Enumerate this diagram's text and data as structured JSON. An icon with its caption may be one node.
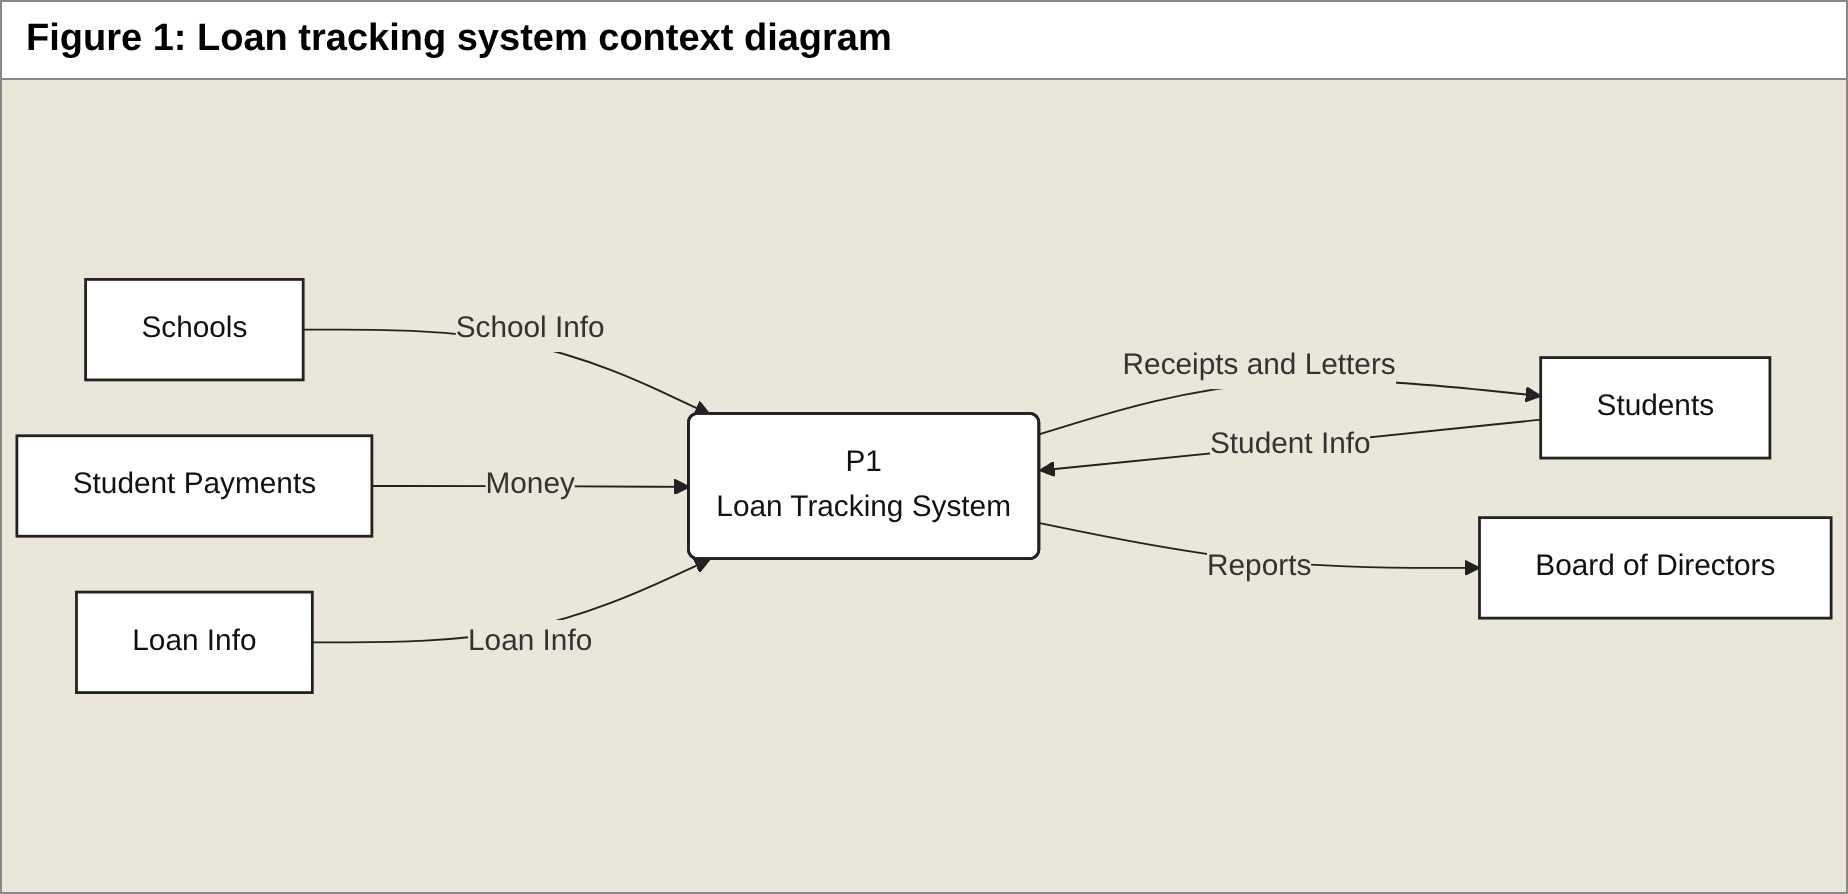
{
  "diagram": {
    "title": "Figure 1: Loan tracking system context diagram",
    "nodes": [
      {
        "text": [
          "Schools"
        ]
      },
      {
        "text": [
          "Students"
        ]
      },
      {
        "text": [
          "Student Payments"
        ]
      },
      {
        "text": [
          "P1",
          "Loan Tracking System"
        ]
      },
      {
        "text": [
          "Loan Info"
        ]
      },
      {
        "text": [
          "Board of Directors"
        ]
      }
    ],
    "edges": [
      {
        "from": 0,
        "to": 3,
        "arrow": "to",
        "label": "School Info"
      },
      {
        "from": 1,
        "to": 3,
        "arrow": "to",
        "label": "Student Info"
      },
      {
        "from": 3,
        "to": 1,
        "arrow": "to",
        "label": "Receipts and Letters"
      },
      {
        "from": 2,
        "to": 3,
        "arrow": "to",
        "label": "Money"
      },
      {
        "from": 4,
        "to": 3,
        "arrow": "to",
        "label": "Loan Info"
      },
      {
        "from": 3,
        "to": 5,
        "arrow": "to",
        "label": "Reports"
      }
    ]
  }
}
